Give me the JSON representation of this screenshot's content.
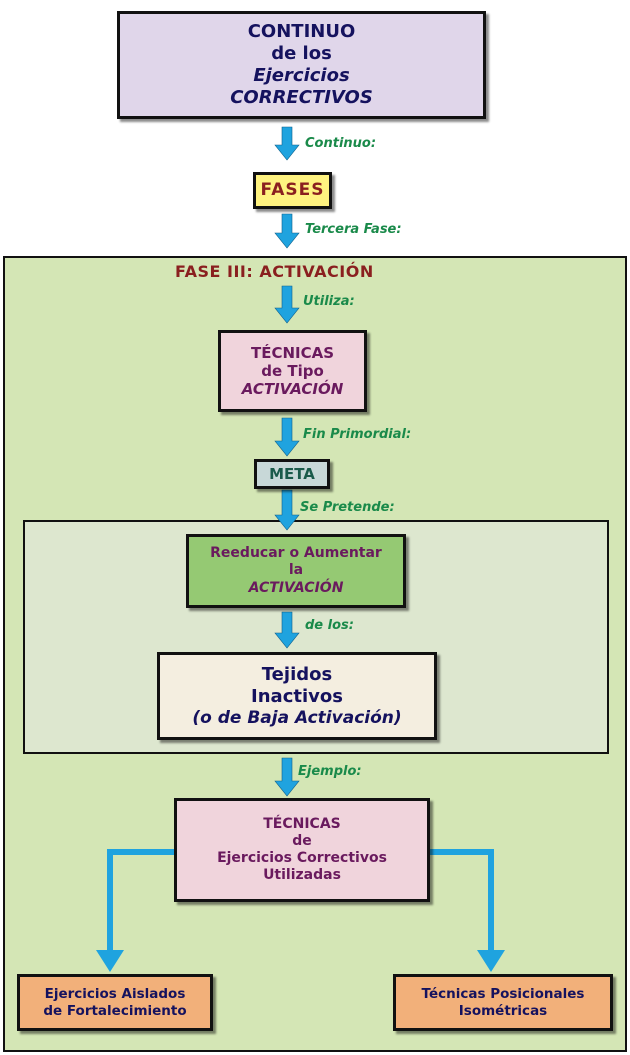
{
  "colors": {
    "panel_bg": "#d4e6b5",
    "inner_bg": "#dde7cf",
    "lavender": "#e0d6ea",
    "yellow": "#fff380",
    "pink": "#f0d4dc",
    "gray_blue": "#c8d8d8",
    "green_box": "#95c973",
    "cream": "#f4eee0",
    "orange": "#f2b07a",
    "arrow": "#1fa3df",
    "navy": "#15125e",
    "purple": "#6a1a5e",
    "dark_red": "#8a1f1f",
    "teal": "#1a5a4a",
    "label_green": "#1a8a4a"
  },
  "nodes": {
    "continuo": {
      "line1": "CONTINUO",
      "line2": "de los",
      "line3": "Ejercicios",
      "line4": "CORRECTIVOS"
    },
    "fases": {
      "label": "FASES"
    },
    "fase3": {
      "prefix": "FASE III:",
      "title": "ACTIVACIÓN"
    },
    "tecnicas_tipo": {
      "line1": "TÉCNICAS",
      "line2": "de Tipo",
      "line3": "ACTIVACIÓN"
    },
    "meta": {
      "label": "META"
    },
    "reeducar": {
      "line1": "Reeducar o Aumentar",
      "line2": "la",
      "line3": "ACTIVACIÓN"
    },
    "tejidos": {
      "line1": "Tejidos",
      "line2": "Inactivos",
      "line3": "(o de Baja Activación)"
    },
    "tecnicas_ejercicios": {
      "line1": "TÉCNICAS",
      "line2": "de",
      "line3": "Ejercicios Correctivos",
      "line4": "Utilizadas"
    },
    "aislados": {
      "line1": "Ejercicios Aislados",
      "line2": "de Fortalecimiento"
    },
    "posicionales": {
      "line1": "Técnicas Posicionales",
      "line2": "Isométricas"
    }
  },
  "edges": {
    "continuo": "Continuo:",
    "tercera_fase": "Tercera Fase:",
    "utiliza": "Utiliza:",
    "fin_primordial": "Fin Primordial:",
    "se_pretende": "Se Pretende:",
    "de_los": "de los:",
    "ejemplo": "Ejemplo:"
  }
}
